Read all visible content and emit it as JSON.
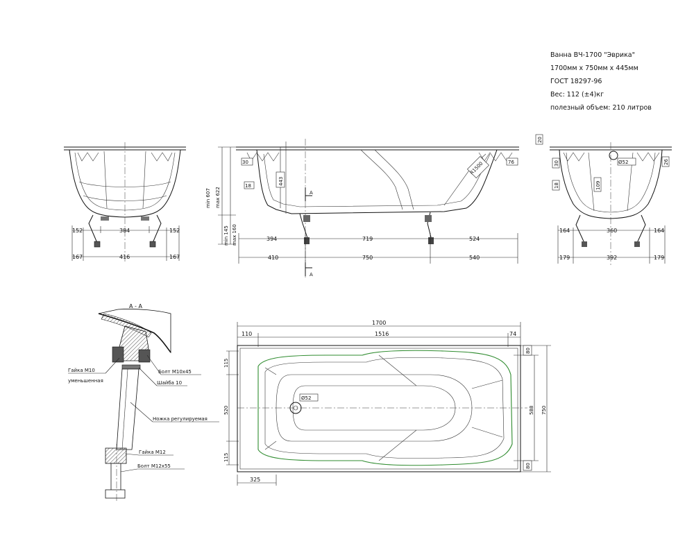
{
  "spec": {
    "line1": "Ванна ВЧ-1700 \"Эврика\"",
    "line2": "1700мм x 750мм x 445мм",
    "line3": "ГОСТ 18297-96",
    "line4": "Вес: 112 (±4)кг",
    "line5": "полезный объем: 210 литров"
  },
  "front_view": {
    "d152a": "152",
    "d384": "384",
    "d152b": "152",
    "d167a": "167",
    "d416": "416",
    "d167b": "167"
  },
  "side_view": {
    "d30": "30",
    "d443": "443",
    "d18": "18",
    "r1500": "R1500",
    "d76": "76",
    "hmin": "min 607",
    "hmax": "max 622",
    "fmin": "min 145",
    "fmax": "max 160",
    "d394": "394",
    "d719": "719",
    "d524": "524",
    "d410": "410",
    "d750": "750",
    "d540": "540",
    "sec": "A"
  },
  "end_view": {
    "d20": "20",
    "d30": "30",
    "d52": "Ø52",
    "d18": "18",
    "d26": "26",
    "d109": "109",
    "d164a": "164",
    "d360": "360",
    "d164b": "164",
    "d179a": "179",
    "d392": "392",
    "d179b": "179"
  },
  "section": {
    "title": "А - А",
    "nut_m10": "Гайка М10",
    "nut_m10_b": "уменьшенная",
    "bolt_m10": "Болт М10x45",
    "washer": "Шайба 10",
    "leg": "Ножка регулируемая",
    "nut_m12": "Гайка М12",
    "bolt_m12": "Болт М12x55"
  },
  "plan_view": {
    "d1700": "1700",
    "d110": "110",
    "d1516": "1516",
    "d74": "74",
    "d115a": "115",
    "d520": "520",
    "d115b": "115",
    "d325": "325",
    "d52": "Ø52",
    "d80a": "80",
    "d80b": "80",
    "d588": "588",
    "d750": "750"
  }
}
